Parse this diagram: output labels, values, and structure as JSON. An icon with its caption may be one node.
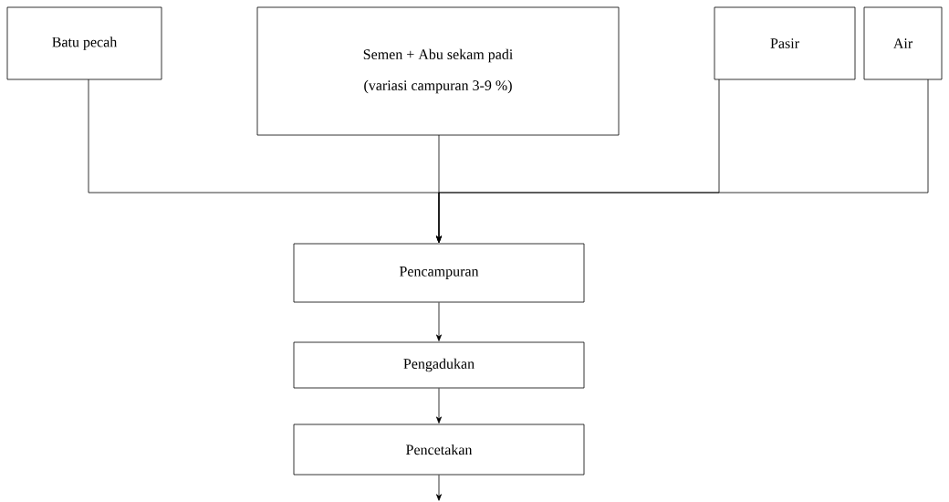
{
  "diagram": {
    "nodes": [
      {
        "text": [
          "Batu pecah"
        ]
      },
      {
        "text": [
          "Semen + Abu sekam padi",
          "(variasi campuran 3-9 %)"
        ]
      },
      {
        "text": [
          "Pasir"
        ]
      },
      {
        "text": [
          "Air"
        ]
      },
      {
        "text": [
          "Pencampuran"
        ]
      },
      {
        "text": [
          "Pengadukan"
        ]
      },
      {
        "text": [
          "Pencetakan"
        ]
      }
    ],
    "edges": [
      {
        "from": 0,
        "to": 4,
        "arrow": "to"
      },
      {
        "from": 1,
        "to": 4,
        "arrow": "to"
      },
      {
        "from": 2,
        "to": 4,
        "arrow": "to"
      },
      {
        "from": 3,
        "to": 4,
        "arrow": "to"
      },
      {
        "from": 4,
        "to": 5,
        "arrow": "to"
      },
      {
        "from": 5,
        "to": 6,
        "arrow": "to"
      },
      {
        "from": 6,
        "to": null,
        "arrow": "to"
      }
    ]
  }
}
